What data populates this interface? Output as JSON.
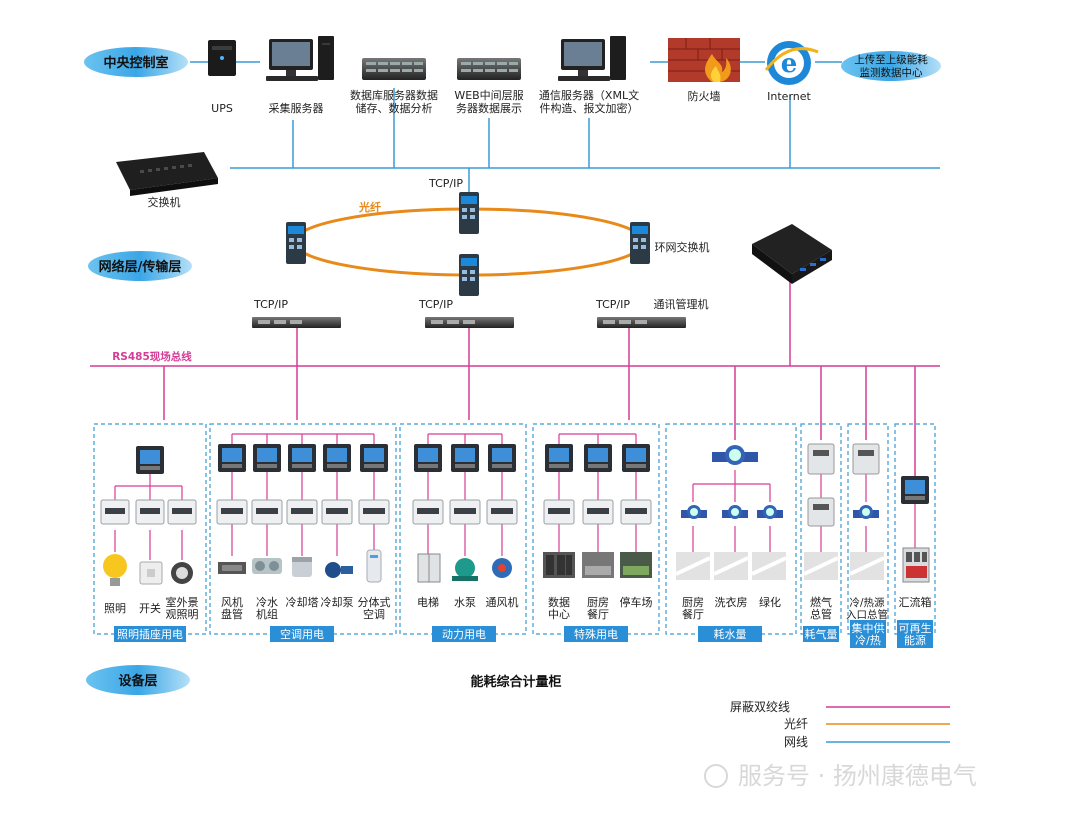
{
  "layers": {
    "central": "中央控制室",
    "network": "网络层/传输层",
    "device": "设备层"
  },
  "central_devices": {
    "ups": "UPS",
    "collector": "采集服务器",
    "db_line1": "数据库服务器数据",
    "db_line2": "储存、数据分析",
    "web_line1": "WEB中间层服",
    "web_line2": "务器数据展示",
    "comm_line1": "通信服务器（XML文",
    "comm_line2": "件构造、报文加密）",
    "firewall": "防火墙",
    "internet": "Internet",
    "upload_line1": "上传至上级能耗",
    "upload_line2": "监测数据中心"
  },
  "network_devices": {
    "switch": "交换机",
    "fiber": "光纤",
    "tcpip": "TCP/IP",
    "ring_switch": "环网交换机",
    "comm_manager": "通讯管理机",
    "rs485": "RS485现场总线"
  },
  "groups": {
    "lighting": "照明插座用电",
    "hvac": "空调用电",
    "power": "动力用电",
    "special": "特殊用电",
    "water": "耗水量",
    "gas": "耗气量",
    "central_heat_1": "集中供",
    "central_heat_2": "冷/热",
    "renewable_1": "可再生",
    "renewable_2": "能源"
  },
  "loads": {
    "lighting": "照明",
    "switch": "开关",
    "outdoor_1": "室外景",
    "outdoor_2": "观照明",
    "fan_coil_1": "风机",
    "fan_coil_2": "盘管",
    "chiller_1": "冷水",
    "chiller_2": "机组",
    "cooling_tower": "冷却塔",
    "cooling_pump": "冷却泵",
    "split_ac_1": "分体式",
    "split_ac_2": "空调",
    "elevator": "电梯",
    "water_pump": "水泵",
    "ventilator": "通风机",
    "data_center_1": "数据",
    "data_center_2": "中心",
    "kitchen_1": "厨房",
    "kitchen_2": "餐厅",
    "parking": "停车场",
    "kitchen_w_1": "厨房",
    "kitchen_w_2": "餐厅",
    "laundry": "洗衣房",
    "greening": "绿化",
    "gas_main_1": "燃气",
    "gas_main_2": "总管",
    "heat_main_1": "冷/热源",
    "heat_main_2": "入口总管",
    "combiner": "汇流箱"
  },
  "cabinet_title": "能耗综合计量柜",
  "legend": {
    "shielded": "屏蔽双绞线",
    "fiber": "光纤",
    "network": "网线"
  },
  "watermark": "服务号 · 扬州康德电气",
  "colors": {
    "network_line": "#3a9bd5",
    "fiber_line": "#e88a1a",
    "bus_line": "#d63c96",
    "group_label_bg": "#2a8fd6",
    "pill_bg": "#3aa6e6"
  }
}
